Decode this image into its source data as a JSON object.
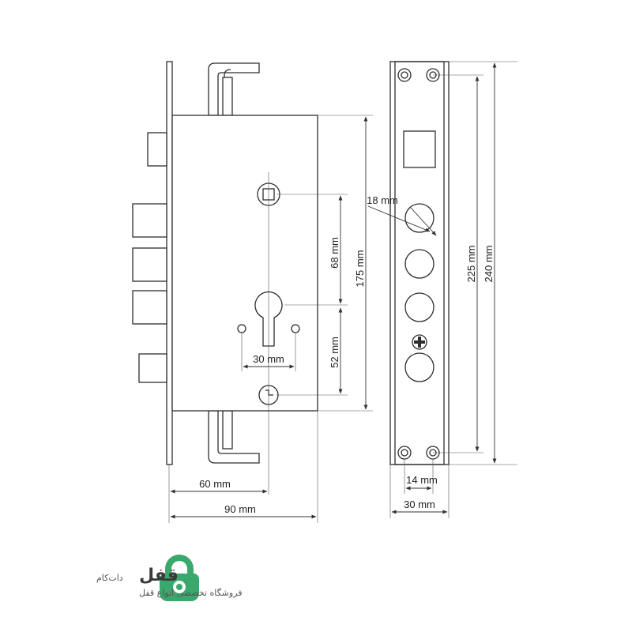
{
  "dimensions": {
    "w60": "60 mm",
    "w90": "90 mm",
    "w30_center": "30 mm",
    "h68": "68 mm",
    "h52": "52 mm",
    "h175": "175 mm",
    "d18": "18 mm",
    "w14": "14 mm",
    "w30_plate": "30 mm",
    "h225": "225 mm",
    "h240": "240 mm"
  },
  "logo": {
    "name": "قفل",
    "domain": "دات‌کام",
    "tagline": "فروشگاه تخصصی انواع قفل",
    "color": "#3aa76d"
  }
}
